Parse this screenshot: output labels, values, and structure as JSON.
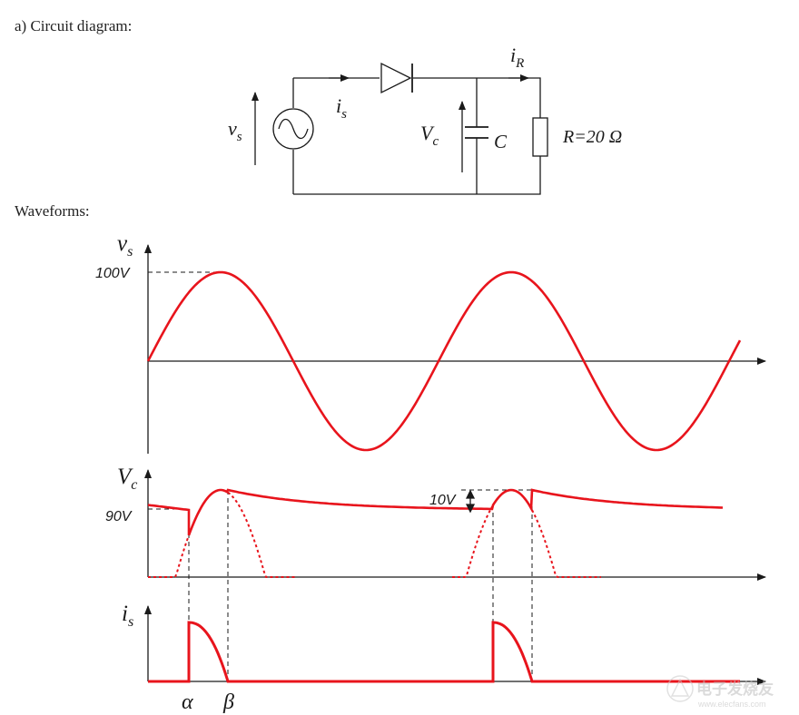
{
  "headings": {
    "circuit": "a) Circuit diagram:",
    "waveforms": "Waveforms:"
  },
  "circuit": {
    "source_label": {
      "main": "v",
      "sub": "s"
    },
    "current_is": {
      "main": "i",
      "sub": "s"
    },
    "current_iR": {
      "main": "i",
      "sub": "R"
    },
    "vc_label": {
      "main": "V",
      "sub": "c"
    },
    "cap_label": "C",
    "resistor_label": "R=20 Ω"
  },
  "waveforms": {
    "vs": {
      "axis_label": {
        "main": "v",
        "sub": "s"
      },
      "amplitude_label": "100V",
      "amplitude": 100
    },
    "vc": {
      "axis_label": {
        "main": "V",
        "sub": "c"
      },
      "min_label": "90V",
      "ripple_label": "10V",
      "vmin": 90,
      "vmax": 100,
      "ripple": 10
    },
    "is": {
      "axis_label": {
        "main": "i",
        "sub": "s"
      }
    },
    "angle_labels": {
      "alpha": "α",
      "beta": "β"
    }
  },
  "colors": {
    "waveform": "#e8141c",
    "lines": "#1a1a1a"
  },
  "watermark": "www.elecfans.com",
  "watermark_logo": "电子发烧友"
}
